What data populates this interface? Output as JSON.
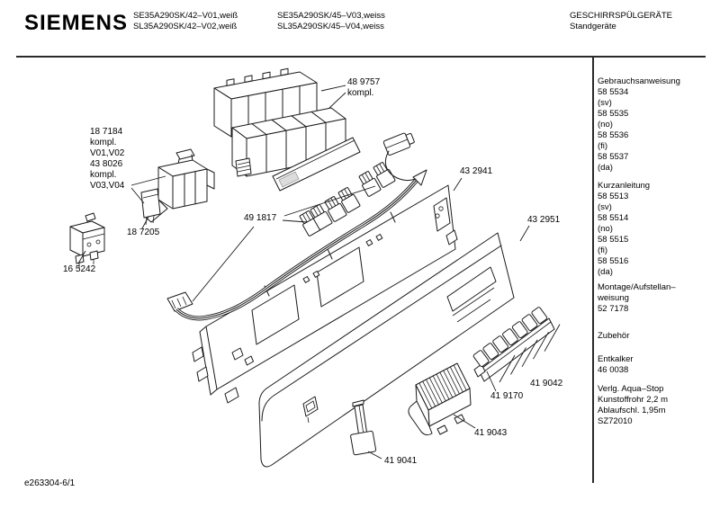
{
  "colors": {
    "ink": "#111111",
    "background": "#ffffff"
  },
  "header": {
    "brand": "SIEMENS",
    "models_left": [
      "SE35A290SK/42–V01,weiß",
      "SL35A290SK/42–V02,weiß"
    ],
    "models_right": [
      "SE35A290SK/45–V03,weiss",
      "SL35A290SK/45–V04,weiss"
    ],
    "category": "GESCHIRRSPÜLGERÄTE",
    "subcategory": "Standgeräte"
  },
  "sidebar": {
    "blocks": [
      {
        "lines": [
          "Gebrauchsanweisung",
          "58 5534",
          "(sv)",
          "58 5535",
          "(no)",
          "58 5536",
          "(fi)",
          "58 5537",
          "(da)"
        ]
      },
      {
        "lines": [
          "Kurzanleitung",
          "58 5513",
          "(sv)",
          "58 5514",
          "(no)",
          "58 5515",
          "(fi)",
          "58 5516",
          "(da)"
        ]
      },
      {
        "lines": [
          "Montage/Aufstellan–",
          "weisung",
          "52 7178"
        ]
      },
      {
        "lines": [
          "Zubehör"
        ]
      },
      {
        "lines": [
          "Entkalker",
          "46 0038"
        ]
      },
      {
        "lines": [
          "Verlg. Aqua–Stop",
          "Kunstoffrohr 2,2 m",
          "Ablaufschl. 1,95m",
          "SZ72010"
        ]
      }
    ]
  },
  "diagram": {
    "labels": {
      "control_module": [
        "48 9757",
        "kompl."
      ],
      "left_assembly": [
        "18 7184",
        "kompl.",
        "V01,V02",
        "43 8026",
        "kompl.",
        "V03,V04"
      ],
      "relay": "18 7205",
      "interference_suppressor": "16 5242",
      "cable_harness": "49 1817",
      "panel_frame": "43 2941",
      "fascia_panel": "43 2951",
      "key_group": "41 9042",
      "key_strip": "41 9170",
      "button_block": "41 9043",
      "single_key": "41 9041"
    }
  },
  "footer": {
    "doc_number": "e263304-6/1"
  }
}
